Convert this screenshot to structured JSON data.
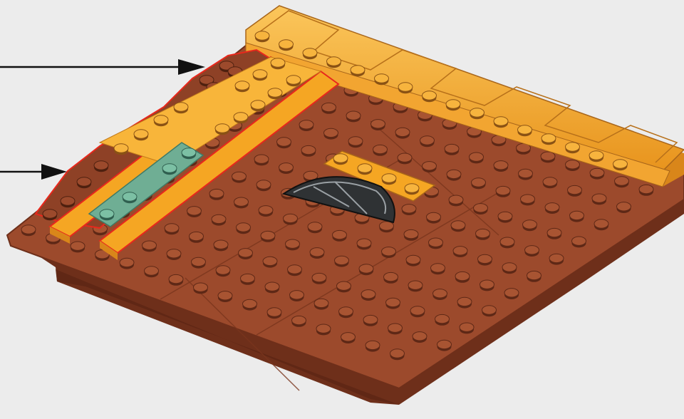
{
  "diagram": {
    "kind": "lego-building-instruction-step",
    "background": "#ececec",
    "colors": {
      "baseplate": "#9c4a2c",
      "baseplate_side": "#6e2f1a",
      "tile_orange": "#f5a623",
      "tile_orange_dark": "#d9861a",
      "tile_teal": "#6fae94",
      "new_part_outline": "#e8281c",
      "quarter_circle_tile": "#2f3234",
      "arrow": "#111111"
    },
    "callout_arrows": [
      {
        "name": "arrow-upper",
        "icon": "right-arrow-icon"
      },
      {
        "name": "arrow-lower",
        "icon": "right-arrow-icon"
      }
    ],
    "parts": [
      {
        "name": "baseplate",
        "color": "reddish-brown"
      },
      {
        "name": "back-curved-slope-row",
        "color": "bright-light-orange"
      },
      {
        "name": "left-edge-new-plates",
        "color": "reddish-brown",
        "highlighted": true
      },
      {
        "name": "long-tile-strip",
        "color": "bright-light-orange",
        "highlighted": true
      },
      {
        "name": "teal-plate",
        "color": "sand-green"
      },
      {
        "name": "center-orange-plate",
        "color": "bright-light-orange"
      },
      {
        "name": "quarter-round-tile",
        "color": "black",
        "icon": "quarter-circle-tile-icon"
      }
    ]
  }
}
